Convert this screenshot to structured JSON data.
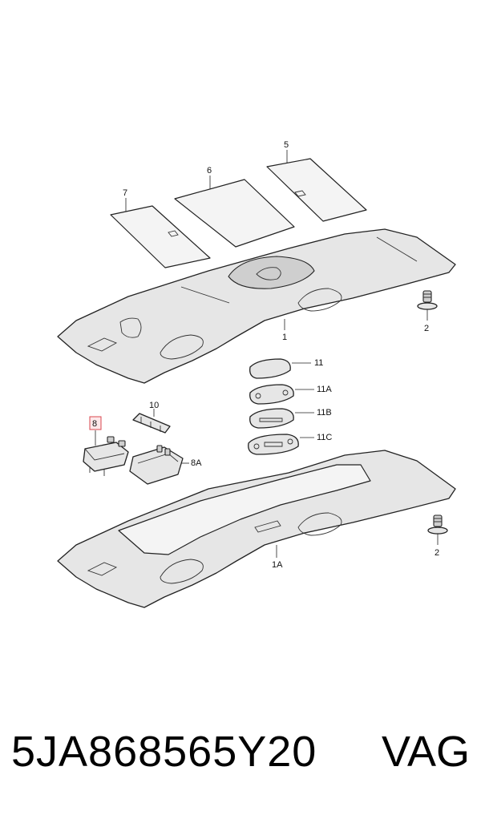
{
  "callouts": {
    "c1": "1",
    "c1a": "1A",
    "c2_top": "2",
    "c2_bottom": "2",
    "c5": "5",
    "c6": "6",
    "c7": "7",
    "c8": "8",
    "c8a": "8A",
    "c10": "10",
    "c11": "11",
    "c11a": "11A",
    "c11b": "11B",
    "c11c": "11C"
  },
  "footer": {
    "part_number": "5JA868565Y20",
    "brand": "VAG"
  },
  "colors": {
    "highlight_border": "#d9474f",
    "highlight_fill": "#fde8ea"
  }
}
